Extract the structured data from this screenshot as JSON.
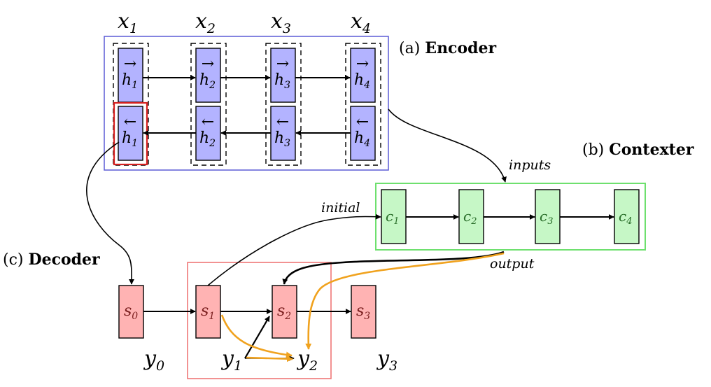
{
  "colors": {
    "encoder_frame": "#5b5bd6",
    "encoder_cell": "#b3b3ff",
    "selected_cell_frame": "#d62020",
    "contexter_frame": "#6ee06e",
    "contexter_cell": "#c6f7c6",
    "decoder_frame": "#ee7777",
    "decoder_cell": "#ffb3b3",
    "orange_arrow": "#f0a21e"
  },
  "encoder": {
    "prefix": "(a)",
    "name": "Encoder",
    "inputs": [
      {
        "base": "x",
        "sub": "1"
      },
      {
        "base": "x",
        "sub": "2"
      },
      {
        "base": "x",
        "sub": "3"
      },
      {
        "base": "x",
        "sub": "4"
      }
    ],
    "forward": [
      {
        "base": "h",
        "sub": "1",
        "arrow": "→"
      },
      {
        "base": "h",
        "sub": "2",
        "arrow": "→"
      },
      {
        "base": "h",
        "sub": "3",
        "arrow": "→"
      },
      {
        "base": "h",
        "sub": "4",
        "arrow": "→"
      }
    ],
    "backward": [
      {
        "base": "h",
        "sub": "1",
        "arrow": "←"
      },
      {
        "base": "h",
        "sub": "2",
        "arrow": "←"
      },
      {
        "base": "h",
        "sub": "3",
        "arrow": "←"
      },
      {
        "base": "h",
        "sub": "4",
        "arrow": "←"
      }
    ]
  },
  "contexter": {
    "prefix": "(b)",
    "name": "Contexter",
    "cells": [
      {
        "base": "c",
        "sub": "1"
      },
      {
        "base": "c",
        "sub": "2"
      },
      {
        "base": "c",
        "sub": "3"
      },
      {
        "base": "c",
        "sub": "4"
      }
    ],
    "inputs_label": "inputs",
    "initial_label": "initial",
    "output_label": "output"
  },
  "decoder": {
    "prefix": "(c)",
    "name": "Decoder",
    "states": [
      {
        "base": "s",
        "sub": "0"
      },
      {
        "base": "s",
        "sub": "1"
      },
      {
        "base": "s",
        "sub": "2"
      },
      {
        "base": "s",
        "sub": "3"
      }
    ],
    "outputs": [
      {
        "base": "y",
        "sub": "0"
      },
      {
        "base": "y",
        "sub": "1"
      },
      {
        "base": "y",
        "sub": "2"
      },
      {
        "base": "y",
        "sub": "3"
      }
    ]
  }
}
